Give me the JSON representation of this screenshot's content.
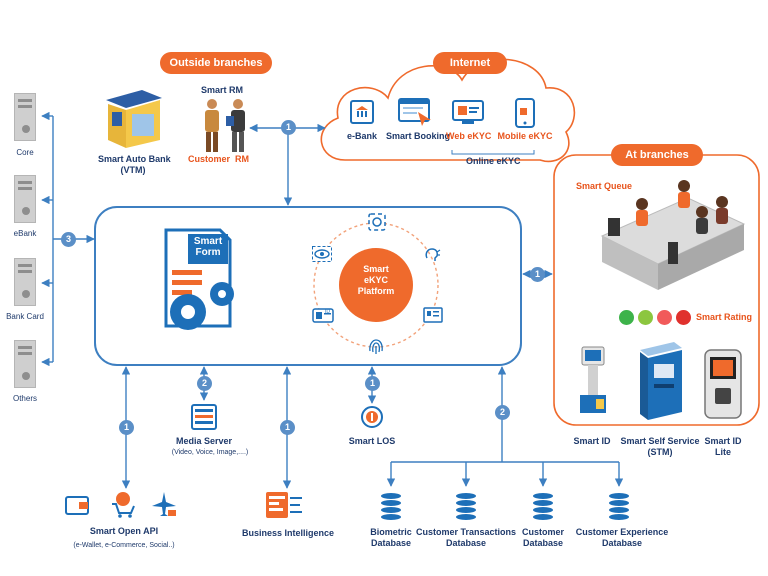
{
  "pills": {
    "outside_branches": "Outside branches",
    "internet": "Internet",
    "at_branches": "At branches"
  },
  "left_systems": [
    "Core",
    "eBank",
    "Bank  Card",
    "Others"
  ],
  "outside": {
    "smart_auto_bank": "Smart Auto Bank",
    "vtm": "(VTM)",
    "smart_rm": "Smart RM",
    "customer": "Customer",
    "rm": "RM"
  },
  "internet": {
    "ebank": "e-Bank",
    "smart_booking": "Smart Booking",
    "web_ekyc": "Web eKYC",
    "mobile_ekyc": "Mobile eKYC",
    "online_ekyc": "Online eKYC"
  },
  "platform": {
    "smart_form_line1": "Smart",
    "smart_form_line2": "Form",
    "ekyc_line1": "Smart",
    "ekyc_line2": "eKYC",
    "ekyc_line3": "Platform",
    "card_text": "ID"
  },
  "branches": {
    "smart_queue": "Smart Queue",
    "smart_rating": "Smart Rating",
    "smart_id": "Smart ID",
    "smart_self_service": "Smart Self Service",
    "stm": "(STM)",
    "smart_id_lite_line1": "Smart ID",
    "smart_id_lite_line2": "Lite",
    "rating_colors": [
      "#3db34a",
      "#8cc63f",
      "#f15a5a",
      "#e0312d"
    ]
  },
  "bottom": {
    "media_server": "Media Server",
    "media_server_sub": "(Video, Voice, Image,....)",
    "smart_los": "Smart LOS",
    "smart_open_api": "Smart Open API",
    "smart_open_api_sub": "(e-Wallet, e-Commerce, Social..)",
    "business_intelligence": "Business Intelligence"
  },
  "databases": [
    [
      "Biometric",
      "Database"
    ],
    [
      "Customer Transactions",
      "Database"
    ],
    [
      "Customer",
      "Database"
    ],
    [
      "Customer Experience",
      "Database"
    ]
  ],
  "badges": {
    "left": "3",
    "top": "1",
    "right": "1",
    "media": "2",
    "api": "1",
    "bi": "1",
    "los": "1",
    "db": "2"
  },
  "colors": {
    "accent": "#ef6a2c",
    "line": "#3d7fc1",
    "navy": "#1f3a6b",
    "badge": "#5b8fc7"
  }
}
